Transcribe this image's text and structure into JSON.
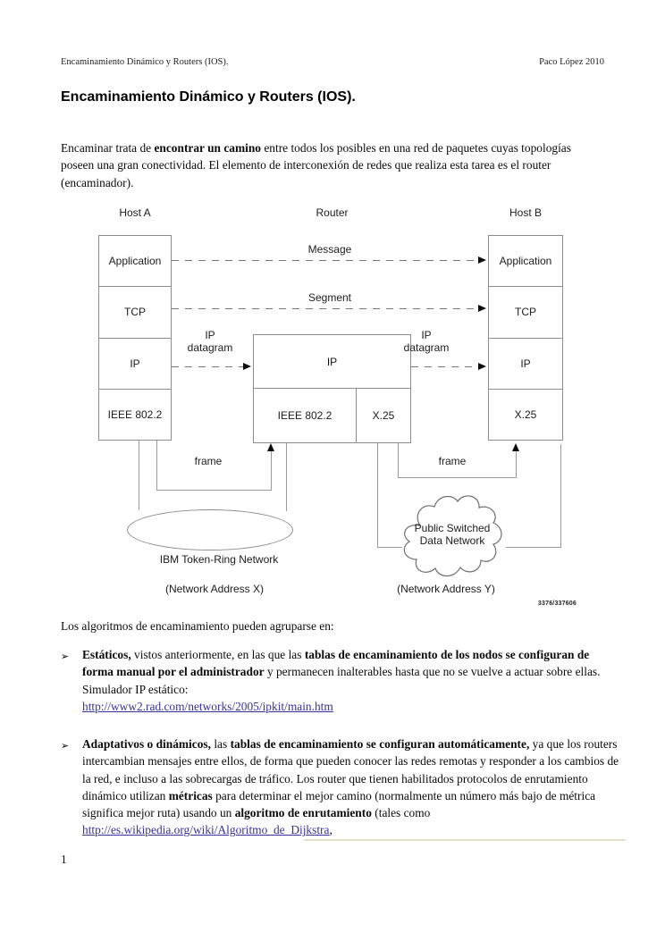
{
  "page": {
    "header_left": "Encaminamiento Dinámico y Routers (IOS).",
    "header_right": "Paco López 2010",
    "title": "Encaminamiento Dinámico y Routers (IOS).",
    "page_number": "1"
  },
  "intro": {
    "t1": "Encaminar trata de ",
    "b1": "encontrar un camino",
    "t2": " entre todos los posibles en una red de paquetes cuyas topologías poseen una gran conectividad. El elemento de interconexión de redes que realiza esta tarea es el router (encaminador)."
  },
  "diagram": {
    "host_a": {
      "title": "Host A",
      "layers": [
        "Application",
        "TCP",
        "IP",
        "IEEE 802.2"
      ]
    },
    "router": {
      "title": "Router",
      "top": "IP",
      "bottom_left": "IEEE 802.2",
      "bottom_right": "X.25"
    },
    "host_b": {
      "title": "Host B",
      "layers": [
        "Application",
        "TCP",
        "IP",
        "X.25"
      ]
    },
    "labels": {
      "message": "Message",
      "segment": "Segment",
      "ip_datagram_line1": "IP",
      "ip_datagram_line2": "datagram",
      "frame_left": "frame",
      "frame_right": "frame",
      "network_left": "IBM Token-Ring Network",
      "network_right_line1": "Public Switched",
      "network_right_line2": "Data Network",
      "address_left": "(Network Address X)",
      "address_right": "(Network Address Y)",
      "figure_number": "3376/337606"
    }
  },
  "body": {
    "lead": "Los algoritmos de encaminamiento pueden agruparse en:",
    "bullet_marker": "➢",
    "bullet1": {
      "b1": "Estáticos,",
      "t1": " vistos anteriormente, en las que las ",
      "b2": "tablas de encaminamiento de los nodos se configuran de forma manual por el administrador",
      "t2": " y permanecen inalterables hasta que no se vuelve a actuar sobre ellas. Simulador IP estático:",
      "link": "http://www2.rad.com/networks/2005/ipkit/main.htm"
    },
    "bullet2": {
      "b1": "Adaptativos o dinámicos,",
      "t1": " las ",
      "b2": "tablas de encaminamiento se configuran automáticamente,",
      "t2": " ya que los routers intercambian mensajes entre ellos, de forma que pueden conocer las redes remotas y responder a los cambios de la red, e incluso a las sobrecargas de tráfico. Los router que tienen habilitados protocolos de enrutamiento dinámico utilizan ",
      "b3": "métricas",
      "t3": " para determinar el mejor camino (normalmente un número más bajo de métrica significa mejor ruta) usando un ",
      "b4": "algoritmo de enrutamiento",
      "t4": " (tales como ",
      "link": "http://es.wikipedia.org/wiki/Algoritmo_de_Dijkstra",
      "t5": ","
    }
  },
  "colors": {
    "link": "#333399",
    "diagram_line": "#8c8c8c",
    "text": "#111111"
  }
}
